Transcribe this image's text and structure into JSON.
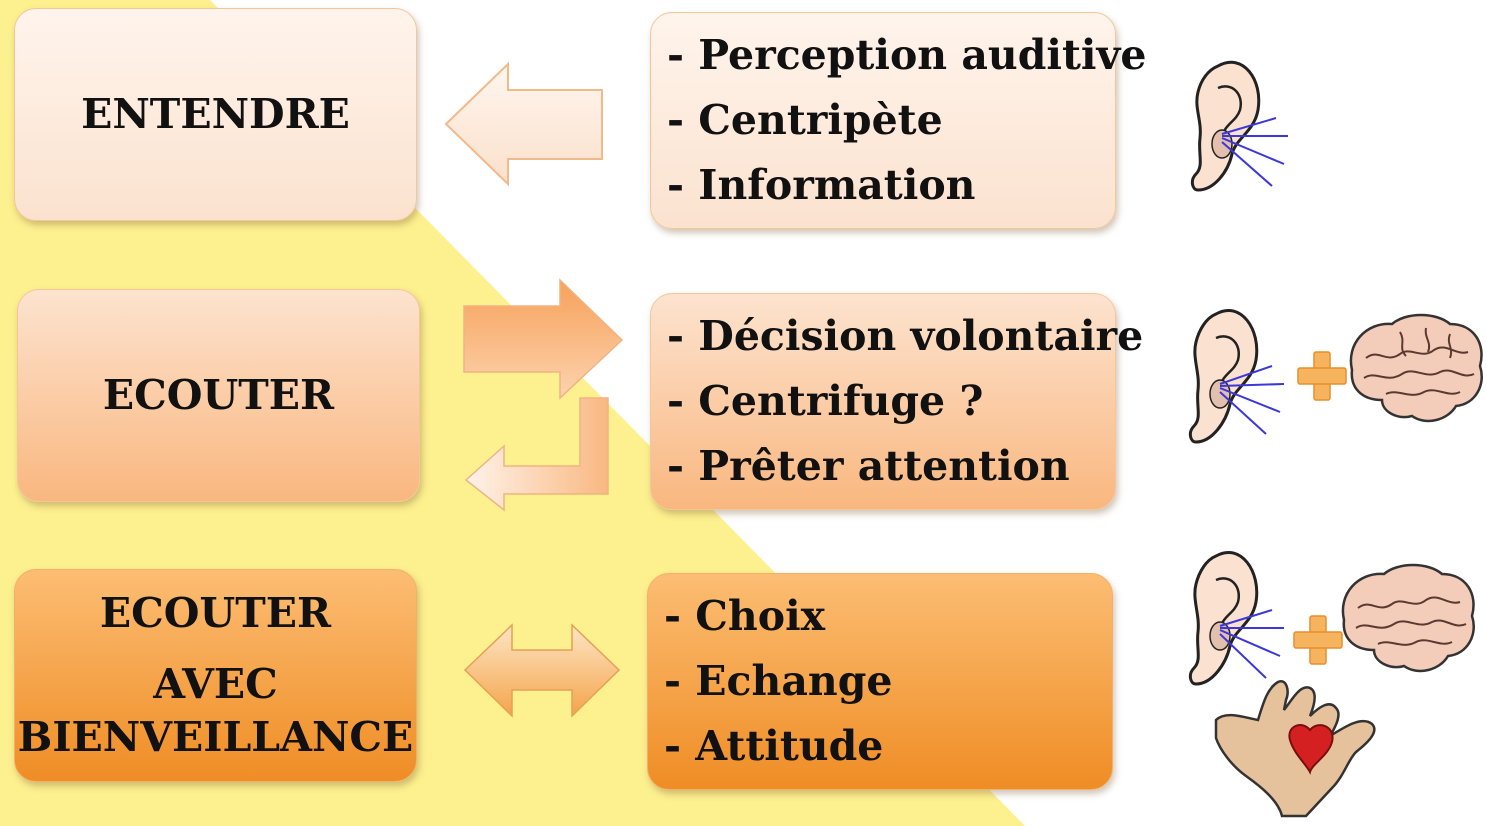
{
  "rows": [
    {
      "title_lines": [
        "ENTENDRE"
      ],
      "items": [
        "- Perception auditive",
        "- Centripète",
        "- Information"
      ],
      "icon": "ear-icon",
      "arrow": "left-arrow"
    },
    {
      "title_lines": [
        "ECOUTER"
      ],
      "items": [
        "- Décision volontaire",
        "- Centrifuge ?",
        "- Prêter attention"
      ],
      "icon": "ear-plus-brain-icon",
      "arrow": "right-and-return-arrows"
    },
    {
      "title_lines": [
        "ECOUTER",
        "AVEC",
        "BIENVEILLANCE"
      ],
      "items": [
        "- Choix",
        "- Echange",
        "- Attitude"
      ],
      "icon": "ear-plus-brain-hand-heart-icon",
      "arrow": "double-arrow"
    }
  ],
  "colors": {
    "background_yellow": "#fdf08f",
    "row1_fill": "#fbe6d6",
    "row2_fill": "#fac79c",
    "row3_fill": "#f5a24b",
    "heart": "#d42020",
    "sound_lines": "#3b37d9"
  }
}
